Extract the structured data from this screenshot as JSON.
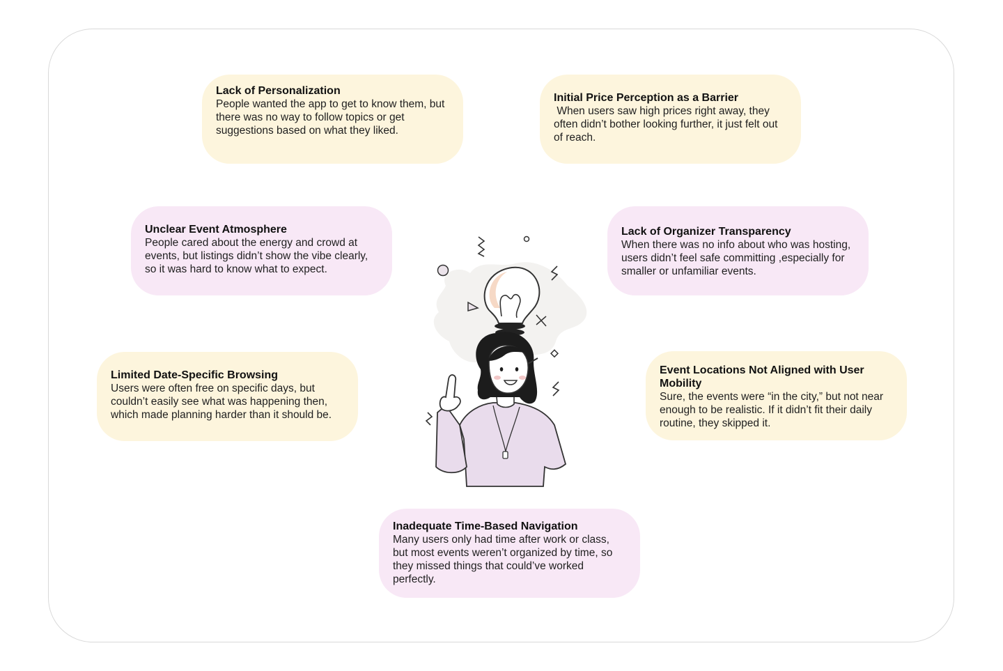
{
  "cards": [
    {
      "title": "Lack of Personalization",
      "body": "People wanted the app to get to know them, but there was no way to follow topics or get suggestions based on what they liked."
    },
    {
      "title": "Initial Price Perception as a Barrier",
      "body": " When users saw high prices right away, they often didn’t bother looking further, it just felt out of reach."
    },
    {
      "title": "Unclear Event Atmosphere",
      "body": "People cared about the energy and crowd at events, but listings didn’t show the vibe clearly, so it was hard to know what to expect."
    },
    {
      "title": "Lack of Organizer Transparency",
      "body": "When there was no info about who was hosting, users didn’t feel safe committing ,especially for smaller or unfamiliar events."
    },
    {
      "title": "Limited Date-Specific Browsing",
      "body": "Users were often free on specific days, but couldn’t easily see what was happening then, which made planning harder than it should be."
    },
    {
      "title": "Event Locations Not Aligned with User Mobility",
      "body": "Sure, the events were “in the city,” but not near enough to be realistic. If it didn’t fit their daily routine, they skipped it."
    },
    {
      "title": "Inadequate Time-Based Navigation",
      "body": "Many users only had time after work or class, but most events weren’t organized by time, so they missed things that could’ve worked perfectly."
    }
  ],
  "colors": {
    "yellow_card": "#fdf5dd",
    "pink_card": "#f8e8f6",
    "frame_border": "#d9d9d9",
    "shirt": "#e9dcec",
    "bulb_glow": "#f6d9c6"
  },
  "illustration": {
    "icon": "woman-with-idea-lightbulb-icon"
  }
}
